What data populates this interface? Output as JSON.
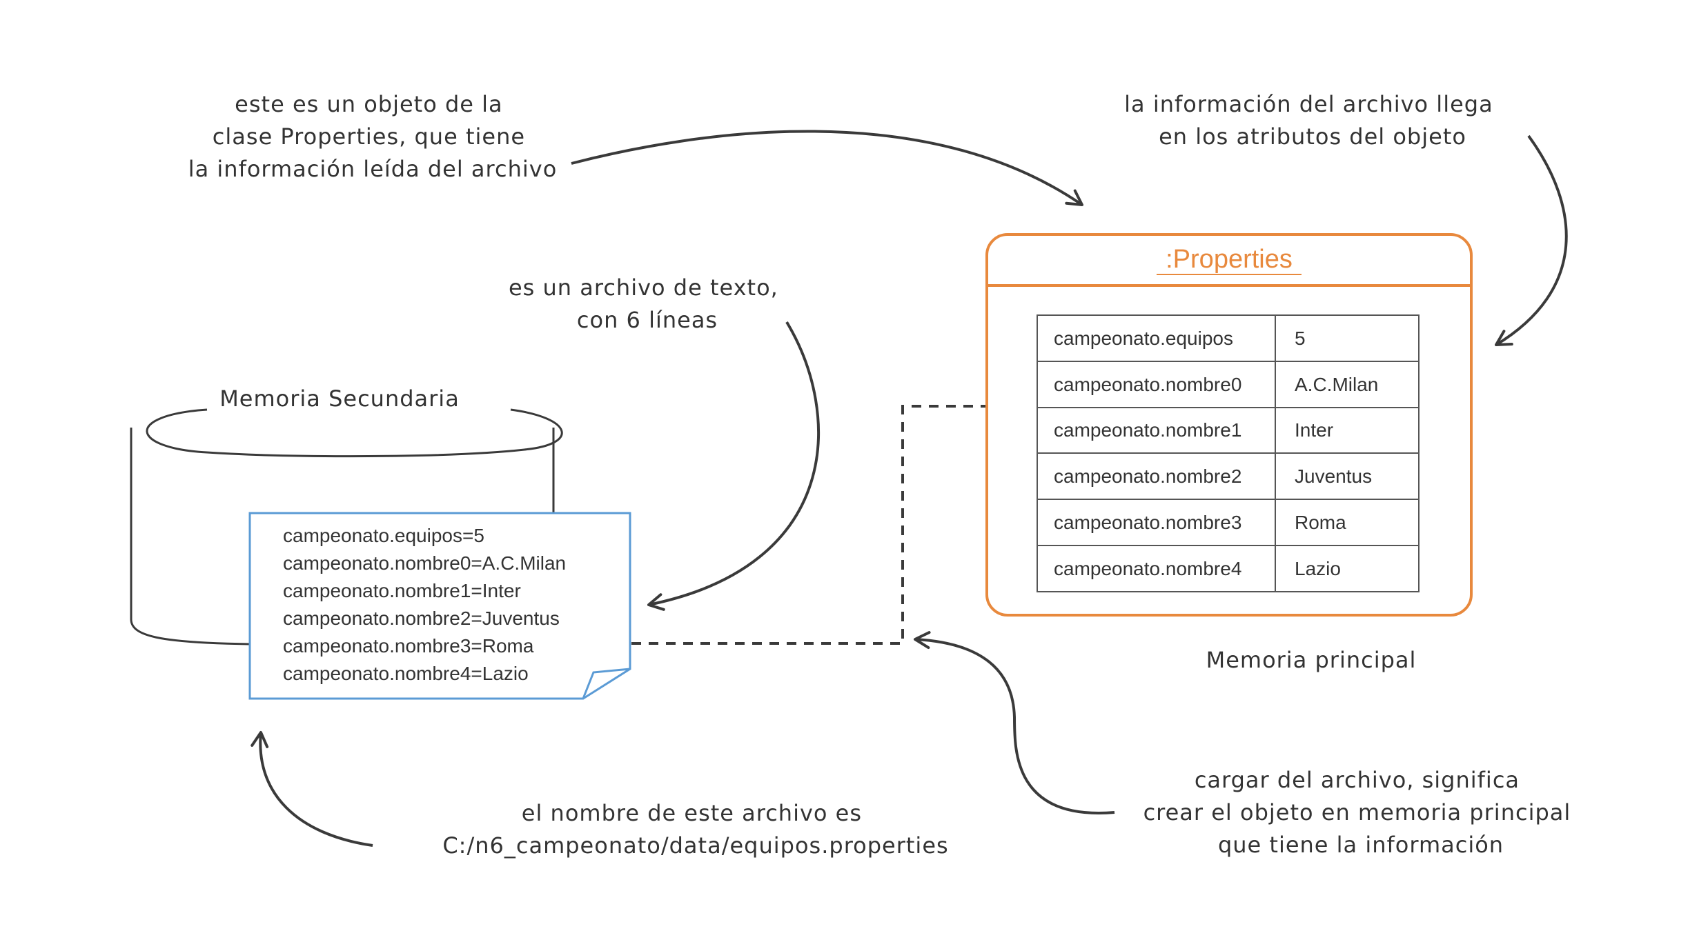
{
  "colors": {
    "ink": "#3a3a3a",
    "file_border": "#5b9bd5",
    "object_border": "#e8893d",
    "object_title": "#e8893d"
  },
  "icons": {
    "database": "cylinder-icon",
    "file": "document-icon"
  },
  "annotations": {
    "object_note": [
      "este es un objeto de la",
      "clase Properties, que tiene",
      "la información leída del archivo"
    ],
    "attributes_note": [
      "la información del archivo llega",
      "en los atributos del objeto"
    ],
    "textfile_note": [
      "es un archivo de texto,",
      "con 6 líneas"
    ],
    "filename_note": [
      "el nombre de este archivo es",
      "C:/n6_campeonato/data/equipos.properties"
    ],
    "load_note": [
      "cargar del archivo, significa",
      "crear el objeto en memoria principal",
      "que tiene la información"
    ]
  },
  "secondary_memory": {
    "label": "Memoria Secundaria"
  },
  "file": {
    "lines": [
      "campeonato.equipos=5",
      "campeonato.nombre0=A.C.Milan",
      "campeonato.nombre1=Inter",
      "campeonato.nombre2=Juventus",
      "campeonato.nombre3=Roma",
      "campeonato.nombre4=Lazio"
    ]
  },
  "object": {
    "title": ":Properties",
    "rows": [
      {
        "key": "campeonato.equipos",
        "value": "5"
      },
      {
        "key": "campeonato.nombre0",
        "value": "A.C.Milan"
      },
      {
        "key": "campeonato.nombre1",
        "value": "Inter"
      },
      {
        "key": "campeonato.nombre2",
        "value": "Juventus"
      },
      {
        "key": "campeonato.nombre3",
        "value": "Roma"
      },
      {
        "key": "campeonato.nombre4",
        "value": "Lazio"
      }
    ]
  },
  "main_memory": {
    "label": "Memoria principal"
  }
}
